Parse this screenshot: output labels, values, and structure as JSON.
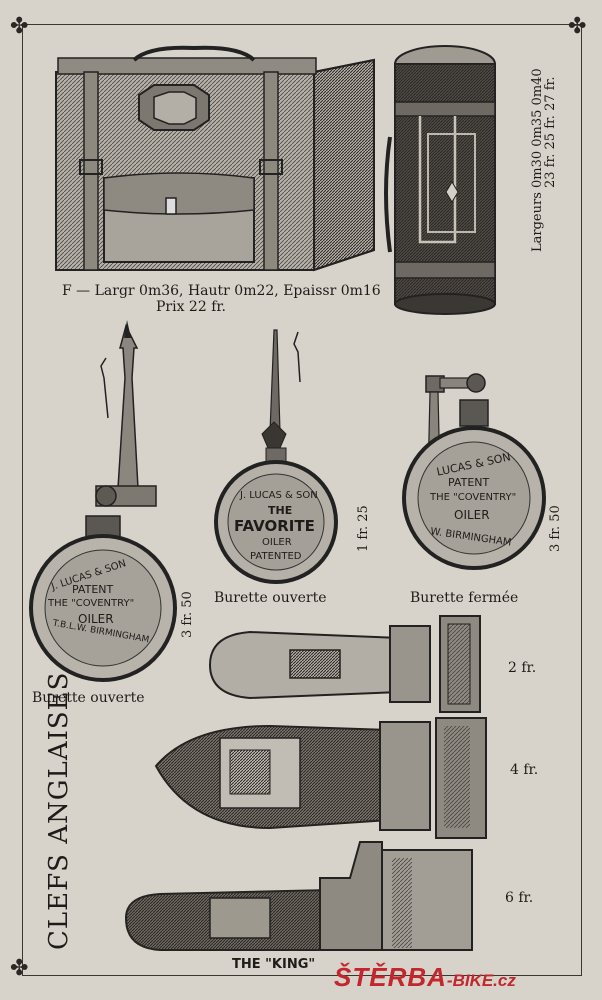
{
  "captions": {
    "sacoche": "F — Largr 0m36, Hautr 0m22, Epaissr 0m16",
    "sacoche_price": "Prix  22 fr.",
    "roll_sizes": "Largeurs 0m30  0m35  0m40",
    "roll_prices": "23 fr.  25 fr.  27 fr.",
    "oiler1_label": "Burette ouverte",
    "oiler1_price": "3 fr. 50",
    "oiler2_label": "Burette ouverte",
    "oiler2_price": "1 fr. 25",
    "oiler3_label": "Burette fermée",
    "oiler3_price": "3 fr. 50",
    "wrench1_price": "2 fr.",
    "wrench2_price": "4 fr.",
    "wrench3_price": "6 fr.",
    "section_title": "CLEFS ANGLAISES",
    "king": "THE \"KING\""
  },
  "oiler_text": {
    "coventry1": [
      "J. LUCAS & SON",
      "PATENT",
      "THE \"COVENTRY\"",
      "OILER",
      "T.B.L.W. BIRMINGHAM"
    ],
    "favorite": [
      "J. LUCAS & SON",
      "THE",
      "FAVORITE",
      "OILER",
      "PATENTED"
    ],
    "coventry2": [
      "LUCAS & SON",
      "PATENT",
      "THE \"COVENTRY\"",
      "OILER",
      "W. BIRMINGHAM"
    ]
  },
  "watermark": {
    "main": "ŠTĚRBA",
    "sub": "-BIKE.cz"
  }
}
